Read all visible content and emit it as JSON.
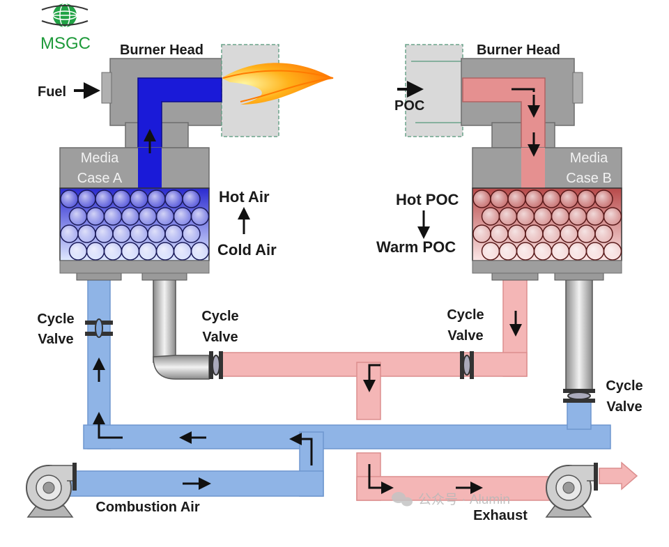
{
  "logo": {
    "text": "MSGC"
  },
  "left_unit": {
    "burner_head": "Burner Head",
    "inlet_label": "Fuel",
    "media_case_line1": "Media",
    "media_case_line2": "Case A",
    "flow_top": "Hot Air",
    "flow_bottom": "Cold Air"
  },
  "right_unit": {
    "burner_head": "Burner Head",
    "inlet_label": "POC",
    "media_case_line1": "Media",
    "media_case_line2": "Case B",
    "flow_top": "Hot POC",
    "flow_bottom": "Warm POC"
  },
  "valves": {
    "left_line1": "Cycle",
    "left_line2": "Valve",
    "center_left_line1": "Cycle",
    "center_left_line2": "Valve",
    "center_right_line1": "Cycle",
    "center_right_line2": "Valve",
    "right_line1": "Cycle",
    "right_line2": "Valve"
  },
  "bottom": {
    "combustion_air": "Combustion Air",
    "exhaust": "Exhaust"
  },
  "watermark": {
    "text": "公众号 · Alumin"
  },
  "colors": {
    "cold_pipe": "#8fb4e6",
    "hot_pipe": "#f4b6b6",
    "fuel_duct": "#1a1ad8",
    "poc_duct": "#e59090",
    "burner_body": "#9e9e9e",
    "logo_green": "#1e9a3a"
  }
}
